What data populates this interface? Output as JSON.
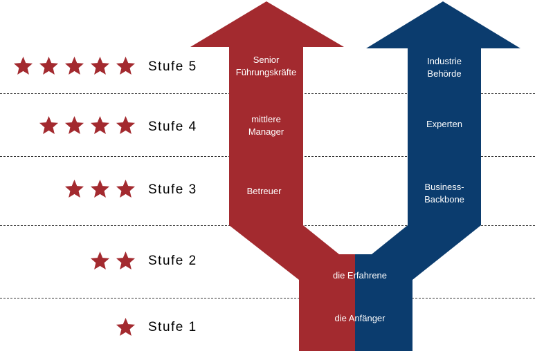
{
  "levels": [
    {
      "label": "Stufe 5",
      "stars": 5
    },
    {
      "label": "Stufe 4",
      "stars": 4
    },
    {
      "label": "Stufe 3",
      "stars": 3
    },
    {
      "label": "Stufe 2",
      "stars": 2
    },
    {
      "label": "Stufe 1",
      "stars": 1
    }
  ],
  "left_path": {
    "color": "#a32a2f",
    "steps": [
      {
        "line1": "Senior",
        "line2": "Führungskräfte"
      },
      {
        "line1": "mittlere",
        "line2": "Manager"
      },
      {
        "line1": "Betreuer",
        "line2": ""
      }
    ]
  },
  "right_path": {
    "color": "#0b3c6e",
    "steps": [
      {
        "line1": "Industrie",
        "line2": "Behörde"
      },
      {
        "line1": "Experten",
        "line2": ""
      },
      {
        "line1": "Business-",
        "line2": "Backbone"
      }
    ]
  },
  "shared": {
    "level2": "die Erfahrene",
    "level1": "die Anfänger"
  },
  "colors": {
    "star": "#a32a2f"
  }
}
